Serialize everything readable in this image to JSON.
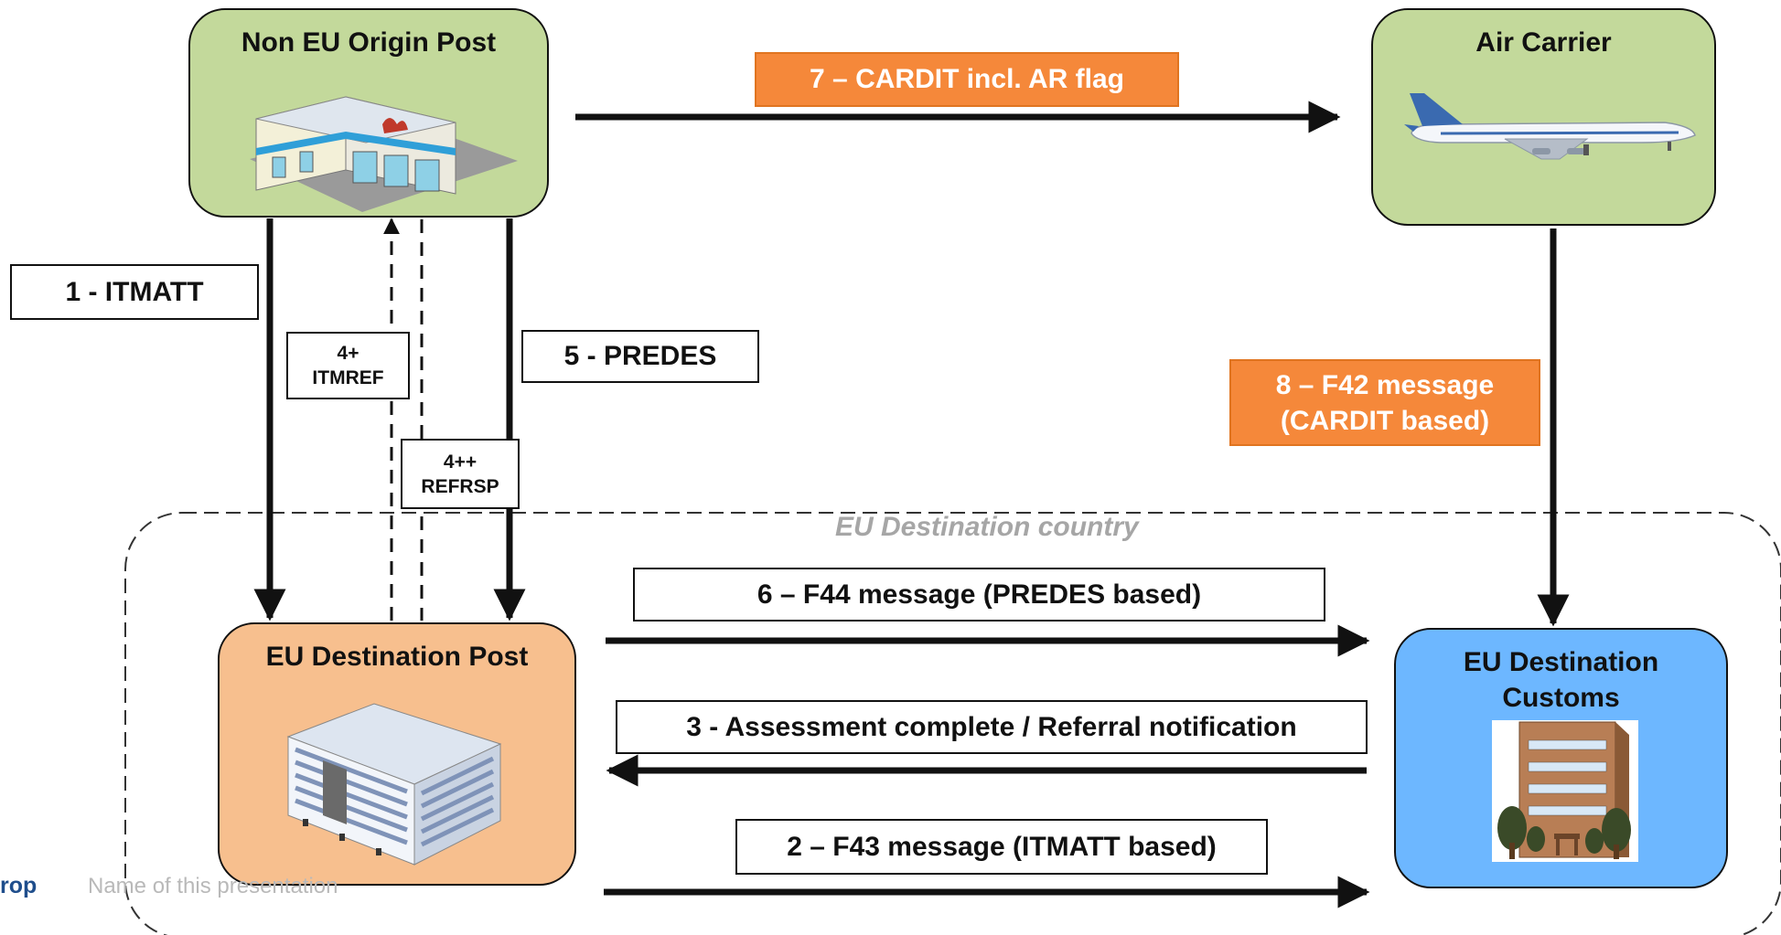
{
  "nodes": {
    "origin_post": "Non EU Origin Post",
    "air_carrier": "Air Carrier",
    "dest_post": "EU Destination Post",
    "dest_customs_line1": "EU Destination",
    "dest_customs_line2": "Customs"
  },
  "region": {
    "title": "EU Destination country"
  },
  "messages": {
    "m1": "1 - ITMATT",
    "m4a_line1": "4+",
    "m4a_line2": "ITMREF",
    "m4b_line1": "4++",
    "m4b_line2": "REFRSP",
    "m5": "5 - PREDES",
    "m7": "7 – CARDIT incl. AR flag",
    "m8_line1": "8 – F42 message",
    "m8_line2": "(CARDIT based)",
    "m6": "6 – F44 message (PREDES based)",
    "m3": "3 - Assessment complete / Referral notification",
    "m2": "2 – F43 message (ITMATT based)"
  },
  "footer": {
    "brand": "rop",
    "text": "Name of this presentation"
  },
  "colors": {
    "origin_fill": "#c3d99b",
    "carrier_fill": "#c3d99b",
    "dest_post_fill": "#f7bf8e",
    "customs_fill": "#6db7ff",
    "label_orange": "#f5883a"
  }
}
